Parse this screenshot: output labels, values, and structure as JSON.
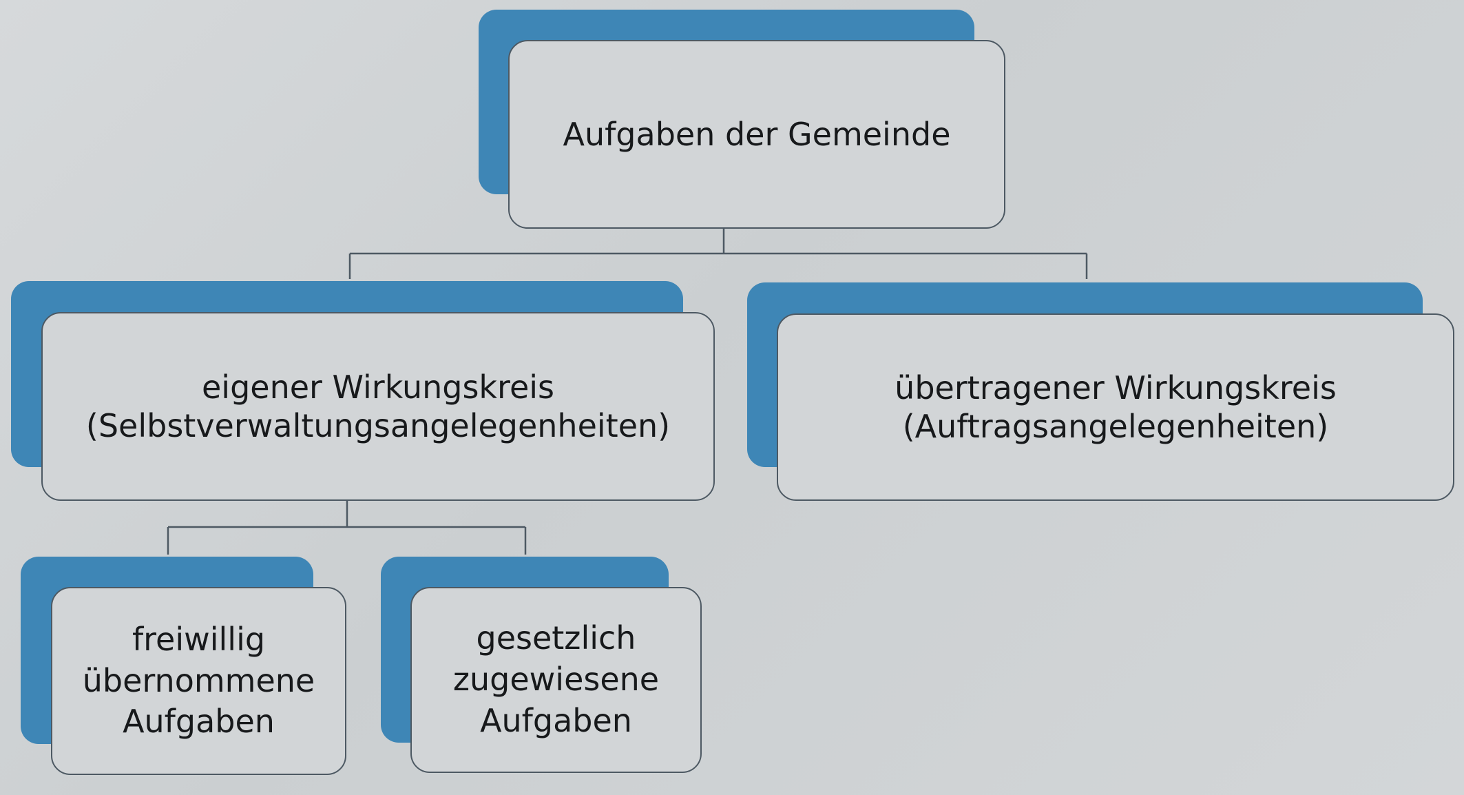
{
  "diagram": {
    "root": {
      "label": "Aufgaben der Gemeinde"
    },
    "level1": [
      {
        "label": "eigener Wirkungskreis\n(Selbstverwaltungsangelegenheiten)"
      },
      {
        "label": "übertragener Wirkungskreis\n(Auftragsangelegenheiten)"
      }
    ],
    "level2": [
      {
        "label": "freiwillig\nübernommene\nAufgaben"
      },
      {
        "label": "gesetzlich\nzugewiesene\nAufgaben"
      }
    ]
  },
  "colors": {
    "shadow": "#3e86b6",
    "box_fill": "#d2d5d7",
    "border": "#4d5963",
    "text": "#17191b"
  }
}
